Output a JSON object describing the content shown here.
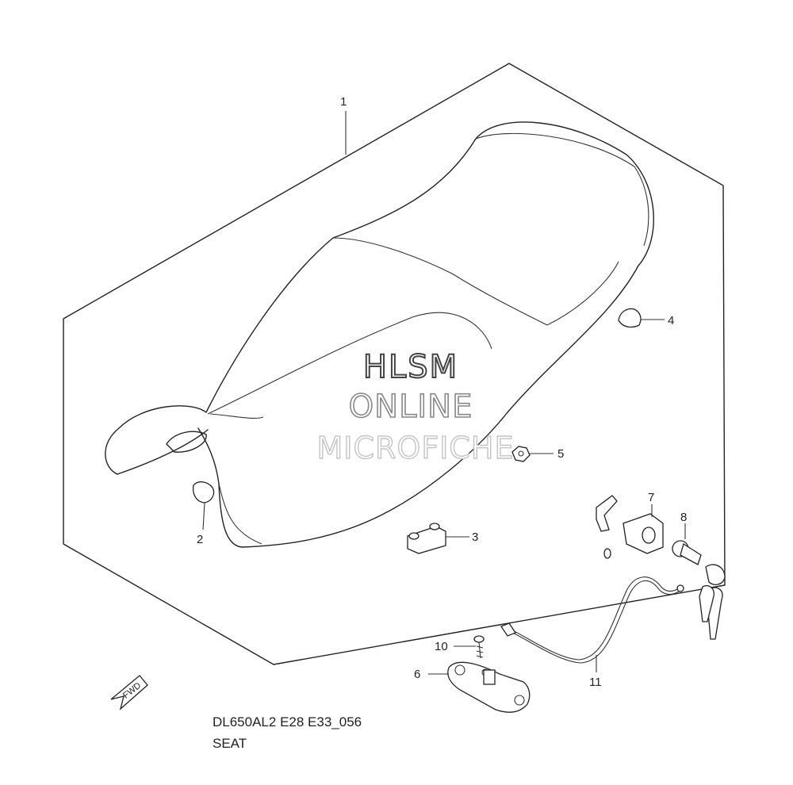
{
  "diagram": {
    "code": "DL650AL2 E28 E33_056",
    "title": "SEAT",
    "fwd_label": "FWD",
    "watermark": {
      "line1": "HLSM",
      "line2": "ONLINE",
      "line3": "MICROFICHE"
    },
    "callouts": [
      "1",
      "2",
      "3",
      "4",
      "5",
      "6",
      "7",
      "8",
      "10",
      "11"
    ]
  }
}
